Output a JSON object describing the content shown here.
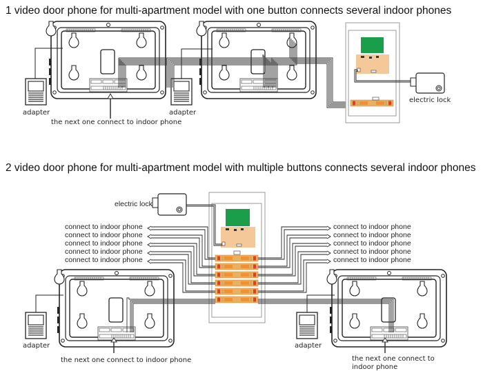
{
  "section1": {
    "title": "1 video door phone for multi-apartment model with one button connects several indoor phones",
    "labels": {
      "adapter_left": "adapter",
      "adapter_right": "adapter",
      "next_one": "the next one connect to indoor phone",
      "electric_lock": "electric lock"
    }
  },
  "section2": {
    "title": "2  video door phone for multi-apartment model with multiple buttons connects several indoor phones",
    "labels": {
      "electric_lock": "electric lock",
      "connect_left": [
        "connect to indoor phone",
        "connect to indoor phone",
        "connect to indoor phone",
        "connect to indoor phone",
        "connect to indoor phone"
      ],
      "connect_right": [
        "connect to indoor phone",
        "connect to indoor phone",
        "connect to indoor phone",
        "connect to indoor phone",
        "connect to indoor phone"
      ],
      "adapter_left": "adapter",
      "adapter_right": "adapter",
      "next_one_left": "the next one connect to indoor phone",
      "next_one_right_line1": "the next one connect to",
      "next_one_right_line2": "indoor phone"
    }
  },
  "colors": {
    "pcb_green": "#1a9e4a",
    "pcb_peach": "#f5c89a",
    "button_board": "#f0a030",
    "button_red": "#e04020",
    "line": "#222222"
  }
}
